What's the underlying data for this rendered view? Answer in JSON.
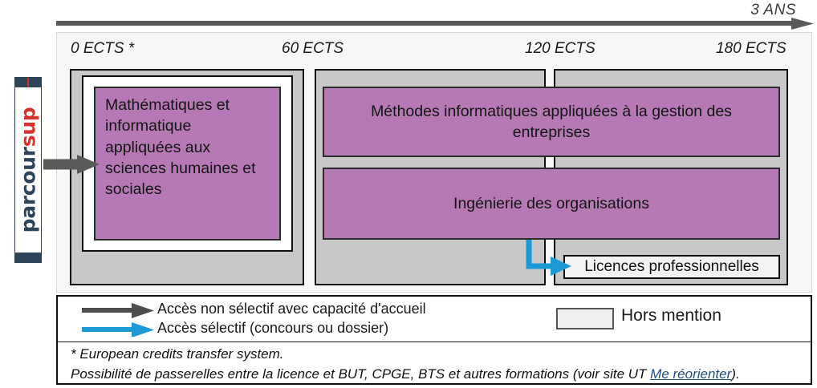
{
  "timeline": {
    "duration_label": "3 ANS",
    "arrow_color": "#5a5a5a"
  },
  "ects_marks": [
    {
      "label": "0 ECTS *"
    },
    {
      "label": "60 ECTS"
    },
    {
      "label": "120 ECTS"
    },
    {
      "label": "180 ECTS"
    }
  ],
  "entry": {
    "logo_part1": "parcour",
    "logo_part2": "sup",
    "logo_color_primary": "#2e4459",
    "logo_color_accent": "#d3342b"
  },
  "programs": {
    "year1": "Mathématiques et informatique appliquées aux sciences humaines et sociales",
    "mention_miage": "Méthodes informatiques appliquées à la gestion des entreprises",
    "mention_ingenierie": "Ingénierie des organisations",
    "licence_pro": "Licences professionnelles",
    "box_color": "#b57ab5"
  },
  "legend": {
    "non_selective": "Accès non sélectif avec capacité d'accueil",
    "selective": "Accès sélectif (concours ou dossier)",
    "hors_mention": "Hors mention",
    "gray_arrow_color": "#4d4d4d",
    "blue_arrow_color": "#1c9ad6",
    "footnote_line1": "* European credits transfer system.",
    "footnote_line2_before": "Possibilité de passerelles entre la licence et BUT, CPGE, BTS et autres formations (voir site UT ",
    "footnote_link": "Me réorienter",
    "footnote_line2_after": ")."
  }
}
